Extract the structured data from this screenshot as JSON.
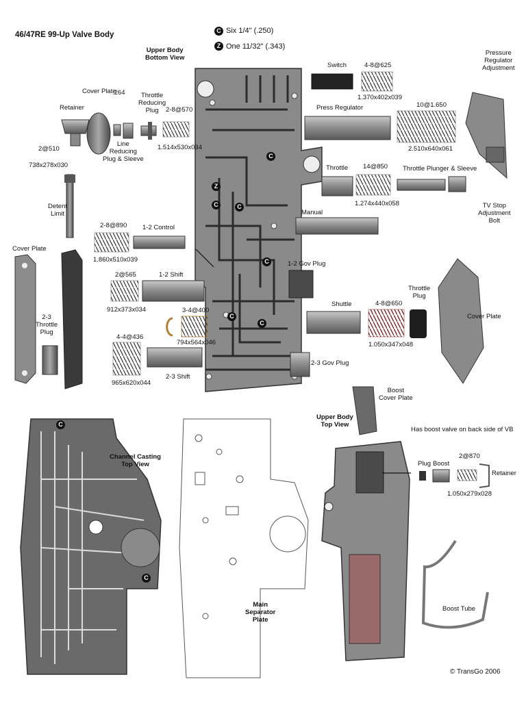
{
  "title": "46/47RE 99-Up Valve Body",
  "legend": {
    "c_symbol": "C",
    "c_text": "Six 1/4\" (.250)",
    "z_symbol": "Z",
    "z_text": "One 11/32\" (.343)"
  },
  "view_labels": {
    "upper_bottom": "Upper Body\nBottom View",
    "channel": "Channel Casting\nTop View",
    "upper_top": "Upper Body\nTop View",
    "separator": "Main\nSeparator\nPlate"
  },
  "parts": {
    "retainer": "Retainer",
    "cover_plate_top": "Cover Plate",
    "dim_264": ".264",
    "throttle_reducing_plug": "Throttle\nReducing\nPlug",
    "spring_2_8_570": "2-8@570",
    "dim_1514": "1.514x530x034",
    "spring_2_510": "2@510",
    "dim_738": "738x278x030",
    "line_reducing": "Line\nReducing\nPlug & Sleeve",
    "detent_limit": "Detent\nLimit",
    "cover_plate_left": "Cover Plate",
    "throttle_plug_2_3": "2-3\nThrottle\nPlug",
    "spring_2_8_890": "2-8@890",
    "dim_1860": "1.860x510x039",
    "control_1_2": "1-2 Control",
    "spring_2_565": "2@565",
    "dim_912": "912x373x034",
    "shift_1_2": "1-2 Shift",
    "spring_3_4_400": "3-4@400",
    "dim_794": "794x564x046",
    "spring_4_4_436": "4-4@436",
    "dim_965": "965x620x044",
    "shift_2_3": "2-3 Shift",
    "switch": "Switch",
    "spring_4_8_625": "4-8@625",
    "dim_1370": "1.370x402x039",
    "press_regulator": "Press Regulator",
    "spring_10_1650": "10@1.650",
    "dim_2510": "2.510x640x061",
    "pressure_reg_adj": "Pressure\nRegulator\nAdjustment",
    "throttle": "Throttle",
    "spring_14_850": "14@850",
    "dim_1274": "1.274x440x058",
    "throttle_plunger": "Throttle Plunger & Sleeve",
    "tv_stop": "TV Stop\nAdjustment\nBolt",
    "manual": "Manual",
    "gov_plug_1_2": "1-2 Gov Plug",
    "shuttle": "Shuttle",
    "spring_4_8_650": "4-8@650",
    "dim_1050_347": "1.050x347x048",
    "throttle_plug": "Throttle\nPlug",
    "cover_plate_right": "Cover Plate",
    "gov_plug_2_3": "2-3 Gov Plug",
    "boost_cover_plate": "Boost\nCover Plate",
    "boost_note": "Has  boost valve on back side of VB",
    "plug": "Plug",
    "boost": "Boost",
    "spring_2_870": "2@870",
    "dim_1050_279": "1.050x279x028",
    "retainer_right": "Retainer",
    "boost_tube": "Boost Tube",
    "copyright": "© TransGo 2006"
  },
  "colors": {
    "metal": "#8c8c8c",
    "metal_dark": "#4a4a4a",
    "spring_red": "#7a2a2a",
    "spring_brass": "#b0803a"
  }
}
